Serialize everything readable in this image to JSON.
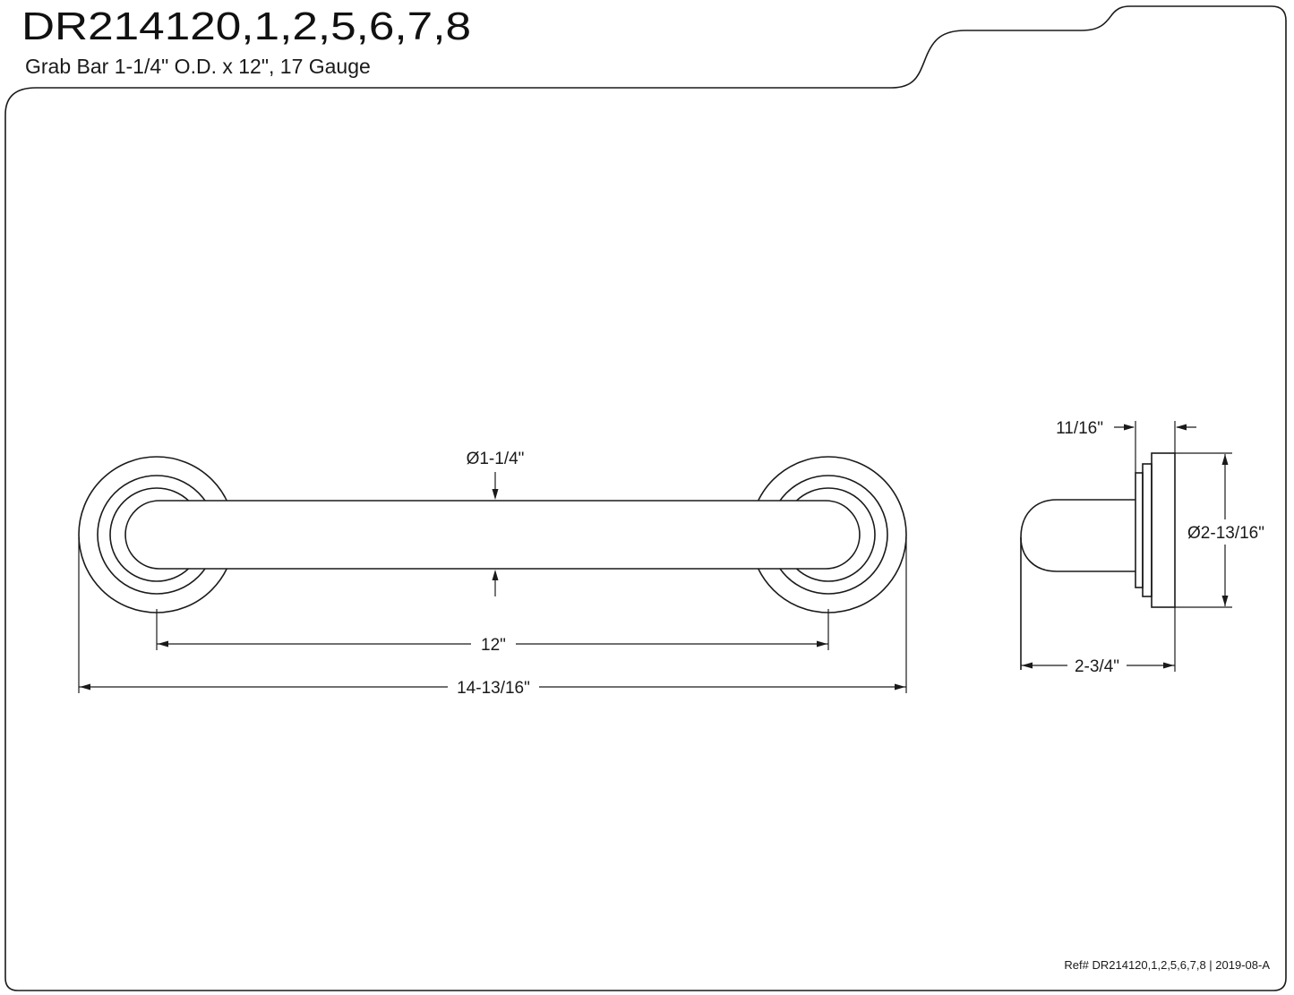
{
  "header": {
    "model": "DR214120,1,2,5,6,7,8",
    "description": "Grab Bar 1-1/4\" O.D. x 12\", 17 Gauge"
  },
  "front_view": {
    "tube_diameter": "Ø1-1/4\"",
    "center_length": "12\"",
    "overall_length": "14-13/16\""
  },
  "side_view": {
    "flange_depth": "11/16\"",
    "flange_diameter": "Ø2-13/16\"",
    "projection": "2-3/4\""
  },
  "footer": {
    "reference": "Ref# DR214120,1,2,5,6,7,8 | 2019-08-A"
  }
}
